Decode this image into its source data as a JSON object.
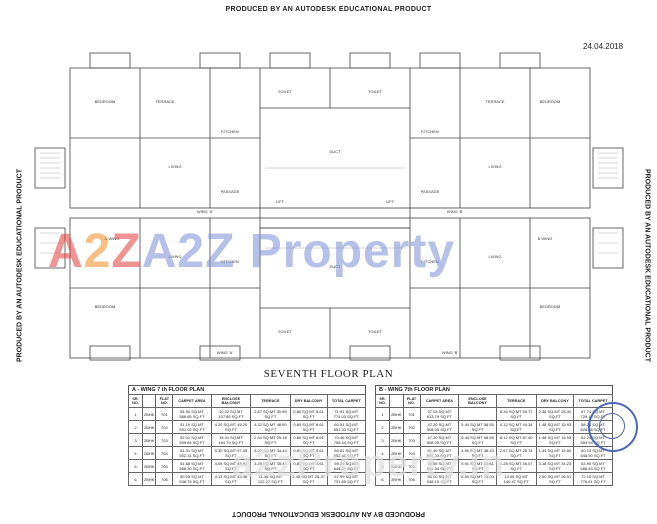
{
  "edge_text": {
    "top": "PRODUCED BY AN AUTODESK EDUCATIONAL PRODUCT",
    "bottom": "PRODUCED BY AN AUTODESK EDUCATIONAL PRODUCT",
    "left": "PRODUCED BY AN AUTODESK EDUCATIONAL PRODUCT",
    "right": "PRODUCED BY AN AUTODESK EDUCATIONAL PRODUCT"
  },
  "date": "24.04.2018",
  "plan": {
    "wing_labels": [
      "WING 'A'",
      "WING 'B'",
      "A-WING",
      "B WING",
      "WING 'A'",
      "WING 'B'"
    ],
    "rooms": [
      "BEDROOM",
      "BEDROOM",
      "LIVING",
      "LIVING",
      "KITCHEN",
      "KITCHEN",
      "TOILET",
      "TOILET",
      "TERRACE",
      "TERRACE",
      "PASSAGE",
      "PASSAGE",
      "LIFT",
      "LIFT",
      "DUCT",
      "DUCT",
      "BEDROOM",
      "BEDROOM",
      "LIVING",
      "LIVING",
      "KITCHEN",
      "KITCHEN",
      "TOILET",
      "TOILET"
    ]
  },
  "plan_title": "SEVENTH FLOOR PLAN",
  "watermark": "A2Z Property",
  "watermark2": "a2zProperty.in",
  "colors": {
    "lines": "#444444",
    "stamp": "#4a67b8"
  },
  "table_a": {
    "title": "A - WING  7 th  FLOOR PLAN",
    "headers": [
      "SR. NO.",
      "",
      "FLAT NO.",
      "CARPET AREA",
      "ENCLOSE BALCONY",
      "TERRACE",
      "DRY BALCONY",
      "TOTAL CARPET"
    ],
    "rows": [
      [
        "1",
        "2BHK",
        "701",
        "54.50 SQ.MT 586.65 SQ.FT",
        "10.02 SQ.MT 107.85 SQ.FT",
        "2.87 SQ.MT 30.89 SQ.FT",
        "0.80 SQ.MT 8.61 SQ.FT",
        "71.91 SQ.MT 774.03 SQ.FT"
      ],
      [
        "2",
        "2BHK",
        "702",
        "51.19 SQ.MT 551.02 SQ.FT",
        "4.20 SQ.MT 45.20 SQ.FT",
        "4.32 SQ.MT 46.50 SQ.FT",
        "0.80 SQ.MT 8.61 SQ.FT",
        "60.51 SQ.MT 651.33 SQ.FT"
      ],
      [
        "3",
        "2BHK",
        "703",
        "52.01 SQ.MT 559.84 SQ.FT",
        "15.31 SQ.MT 164.79 SQ.FT",
        "2.34 SQ.MT 25.18 SQ.FT",
        "0.80 SQ.MT 8.61 SQ.FT",
        "70.46 SQ.MT 758.44 SQ.FT"
      ],
      [
        "4",
        "2BHK",
        "704",
        "51.31 SQ.MT 552.31 SQ.FT",
        "5.30 SQ.MT 57.05 SQ.FT",
        "3.20 SQ.MT 34.44 SQ.FT",
        "0.80 SQ.MT 8.61 SQ.FT",
        "60.61 SQ.MT 652.41 SQ.FT"
      ],
      [
        "5",
        "2BHK",
        "705",
        "51.68 SQ.MT 556.30 SQ.FT",
        "4.09 SQ.MT 44.02 SQ.FT",
        "3.29 SQ.MT 35.41 SQ.FT",
        "0.80 SQ.MT 8.61 SQ.FT",
        "59.86 SQ.MT 644.34 SQ.FT"
      ],
      [
        "6",
        "2BHK",
        "706",
        "50.05 SQ.MT 538.75 SQ.FT",
        "4.13 SQ.MT 44.46 SQ.FT",
        "11.36 SQ.MT 122.27 SQ.FT",
        "2.45 SQ.MT 26.37 SQ.FT",
        "67.99 SQ.MT 731.85 SQ.FT"
      ]
    ]
  },
  "table_b": {
    "title": "B - WING    7th  FLOOR PLAN",
    "headers": [
      "SR. NO.",
      "",
      "FLAT NO.",
      "CARPET AREA",
      "ENCLOSE BALCONY",
      "TERRACE",
      "DRY BALCONY",
      "TOTAL CARPET"
    ],
    "rows": [
      [
        "1",
        "2BHK",
        "701",
        "57.03 SQ.MT 613.79 SQ.FT",
        "",
        "8.34 SQ.MT 89.77 SQ.FT",
        "2.36 SQ.MT 25.40 SQ.FT",
        "67.74 SQ.MT 729.14 SQ.FT"
      ],
      [
        "2",
        "2BHK",
        "702",
        "47.20 SQ.MT 508.05 SQ.FT",
        "5.44 SQ.MT 58.55 SQ.FT",
        "4.12 SQ.MT 44.34 SQ.FT",
        "1.48 SQ.MT 15.93 SQ.FT",
        "58.24 SQ.MT 626.88 SQ.FT"
      ],
      [
        "3",
        "2BHK",
        "703",
        "47.20 SQ.MT 508.05 SQ.FT",
        "5.44 SQ.MT 58.55 SQ.FT",
        "8.12 SQ.MT 87.40 SQ.FT",
        "1.48 SQ.MT 15.93 SQ.FT",
        "62.24 SQ.MT 669.94 SQ.FT"
      ],
      [
        "4",
        "2BHK",
        "704",
        "51.49 SQ.MT 554.23 SQ.FT",
        "4.50 SQ.MT 48.43 SQ.FT",
        "2.67 SQ.MT 28.74 SQ.FT",
        "1.44 SQ.MT 15.50 SQ.FT",
        "60.10 SQ.MT 646.90 SQ.FT"
      ],
      [
        "5",
        "2BHK",
        "705",
        "50.59 SQ.MT 544.54 SQ.FT",
        "5.91 SQ.MT 63.61 SQ.FT",
        "4.28 SQ.MT 46.07 SQ.FT",
        "3.18 SQ.MT 34.23 SQ.FT",
        "63.96 SQ.MT 688.45 SQ.FT"
      ],
      [
        "6",
        "2BHK",
        "706",
        "50.00 SQ.MT 538.19 SQ.FT",
        "6.60 SQ.MT 71.04 SQ.FT",
        "13.05 SQ.MT 140.47 SQ.FT",
        "2.50 SQ.MT 26.91 SQ.FT",
        "72.15 SQ.MT 776.61 SQ.FT"
      ]
    ]
  },
  "stamp_text": [
    "GIRISH KARANDE",
    "ARCHITECT"
  ]
}
